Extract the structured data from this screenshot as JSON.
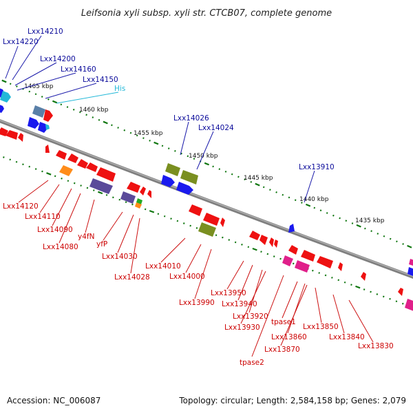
{
  "title": "Leifsonia xyli subsp. xyli str. CTCB07, complete genome",
  "footer": {
    "accession": "Accession: NC_006087",
    "summary": "Topology: circular; Length: 2,584,158 bp; Genes: 2,079"
  },
  "scale_labels": [
    "1465 kbp",
    "1460 kbp",
    "1455 kbp",
    "1450 kbp",
    "1445 kbp",
    "1440 kbp",
    "1435 kbp"
  ],
  "colors": {
    "backbone": "#808080",
    "forward_gene": "#1a1aee",
    "reverse_gene": "#ee1111",
    "olive_gene": "#7a8f20",
    "purple_gene": "#5a4a9a",
    "magenta_gene": "#e0208a",
    "orange_gene": "#ff8c1a",
    "cyan_gene": "#22b8d8",
    "steel_gene": "#5a80a8",
    "tick_green": "#117711",
    "top_label": "#0a0a9a",
    "bottom_label": "#cc0000",
    "cyan_label": "#22b8d8"
  },
  "top_labels": [
    "Lxx14210",
    "Lxx14220",
    "Lxx14200",
    "Lxx14160",
    "Lxx14150",
    "His",
    "Lxx14026",
    "Lxx14024",
    "Lxx13910"
  ],
  "bottom_labels": [
    "Lxx14120",
    "Lxx14110",
    "Lxx14090",
    "Lxx14080",
    "y4fN",
    "yfP",
    "Lxx14030",
    "Lxx14028",
    "Lxx14010",
    "Lxx14000",
    "Lxx13990",
    "Lxx13950",
    "Lxx13940",
    "Lxx13920",
    "Lxx13930",
    "tpase1",
    "Lxx13860",
    "Lxx13870",
    "tpase2",
    "Lxx13850",
    "Lxx13840",
    "Lxx13830"
  ]
}
